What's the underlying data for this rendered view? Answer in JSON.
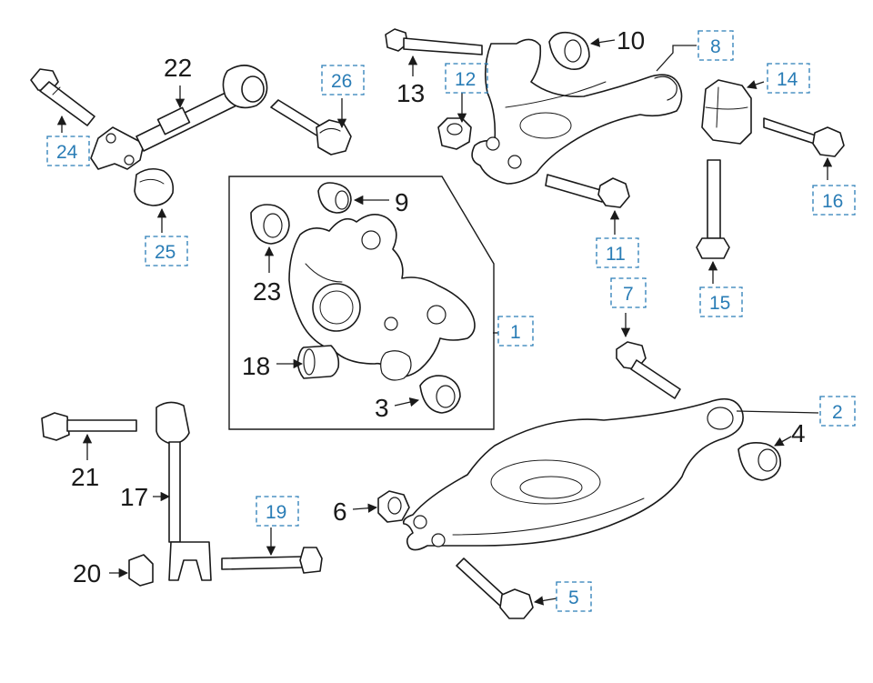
{
  "callouts": {
    "c1": "1",
    "c2": "2",
    "c3": "3",
    "c4": "4",
    "c5": "5",
    "c6": "6",
    "c7": "7",
    "c8": "8",
    "c9": "9",
    "c10": "10",
    "c11": "11",
    "c12": "12",
    "c13": "13",
    "c14": "14",
    "c15": "15",
    "c16": "16",
    "c17": "17",
    "c18": "18",
    "c19": "19",
    "c20": "20",
    "c21": "21",
    "c22": "22",
    "c23": "23",
    "c24": "24",
    "c25": "25",
    "c26": "26"
  },
  "colors": {
    "line": "#1a1a1a",
    "callout_box": "#2a7db6",
    "background": "#ffffff"
  }
}
